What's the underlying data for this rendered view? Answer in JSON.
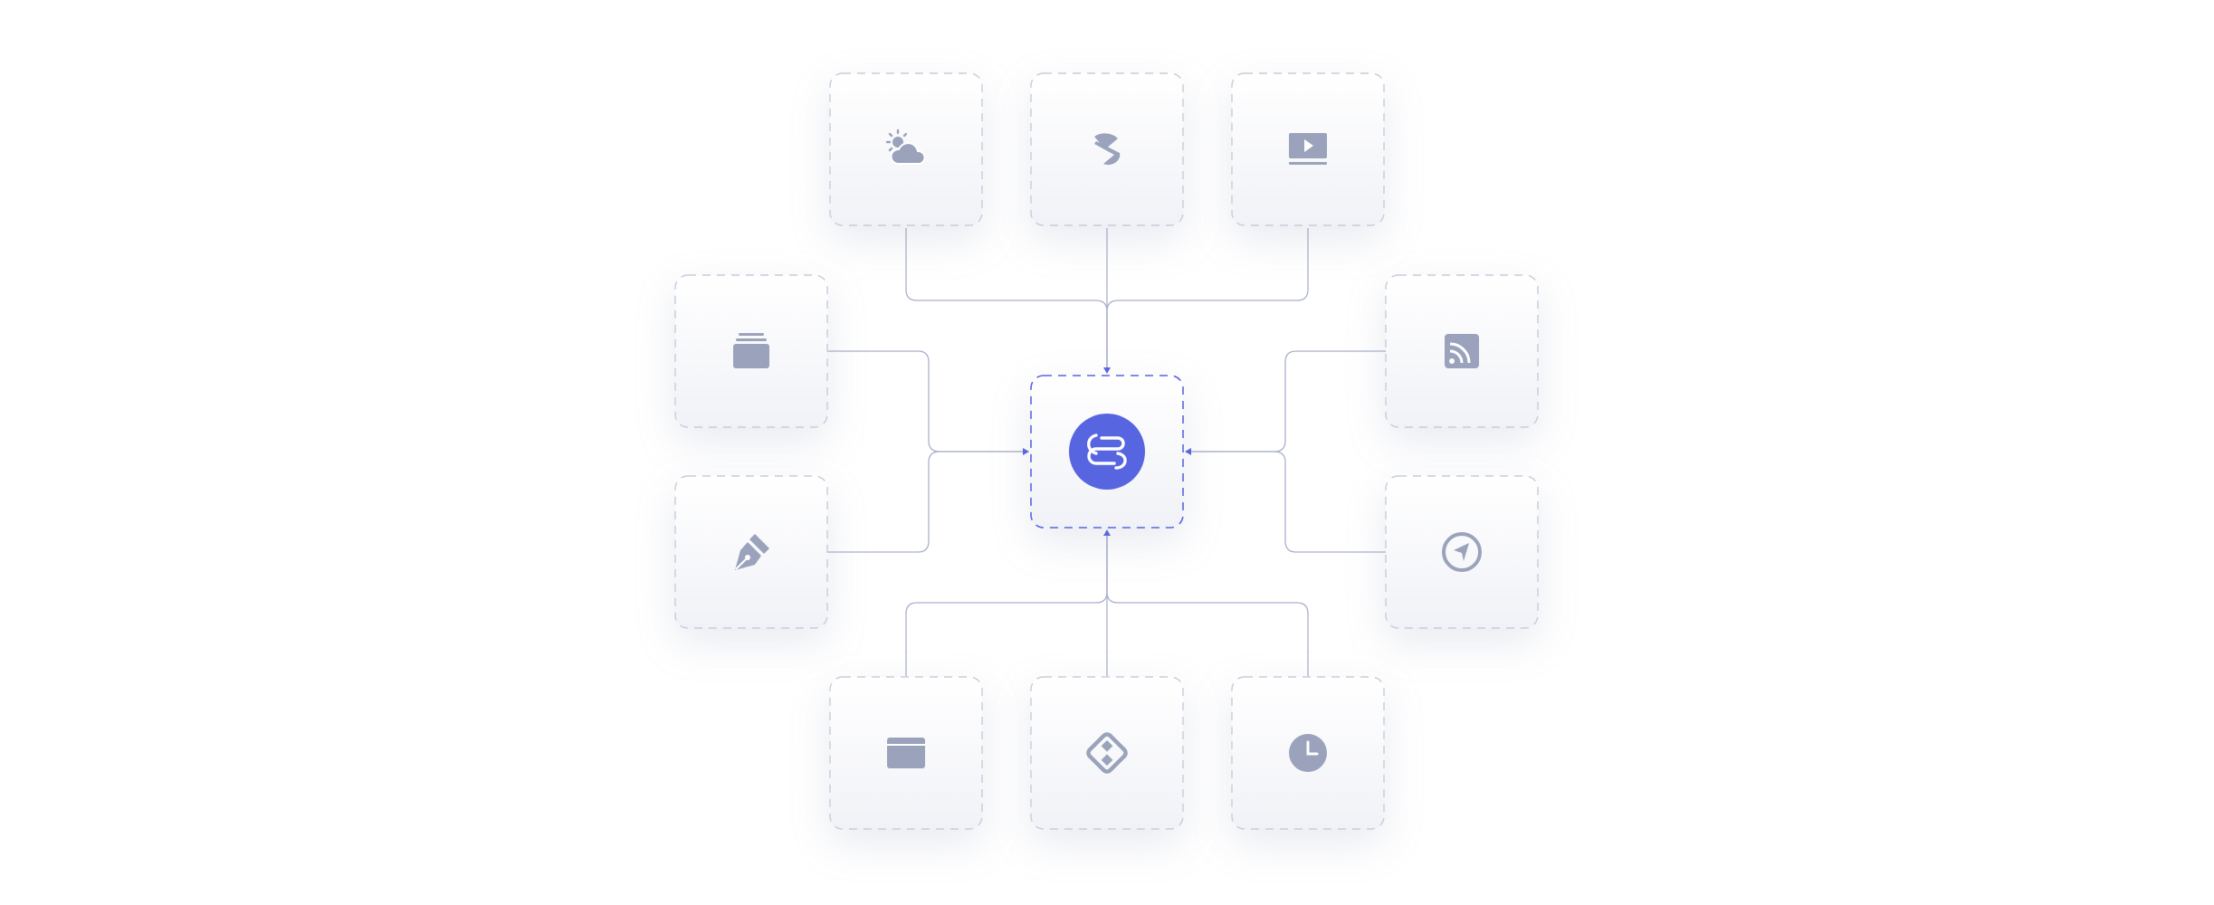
{
  "theme": {
    "accent": "#5865e0",
    "icon_color": "#9aa3bb",
    "tile_border": "#c9ccd8",
    "tile_bg_top": "#ffffff",
    "tile_bg_bottom": "#f1f2f7",
    "connector_color": "#aab0cc",
    "background": "#ffffff"
  },
  "hub": {
    "name": "hub-logo",
    "icon": "paperclip-s-logo-icon"
  },
  "nodes": [
    {
      "id": "weather",
      "icon": "partly-cloudy-icon",
      "side": "top"
    },
    {
      "id": "s-app",
      "icon": "s-brand-icon",
      "side": "top"
    },
    {
      "id": "video",
      "icon": "video-play-icon",
      "side": "top"
    },
    {
      "id": "stack",
      "icon": "card-stack-icon",
      "side": "left"
    },
    {
      "id": "pen",
      "icon": "pen-nib-icon",
      "side": "left"
    },
    {
      "id": "rss",
      "icon": "rss-feed-icon",
      "side": "right"
    },
    {
      "id": "navigator",
      "icon": "compass-arrow-icon",
      "side": "right"
    },
    {
      "id": "window",
      "icon": "browser-window-icon",
      "side": "bottom"
    },
    {
      "id": "grid-diamond",
      "icon": "diamond-grid-icon",
      "side": "bottom"
    },
    {
      "id": "clock",
      "icon": "clock-icon",
      "side": "bottom"
    }
  ]
}
